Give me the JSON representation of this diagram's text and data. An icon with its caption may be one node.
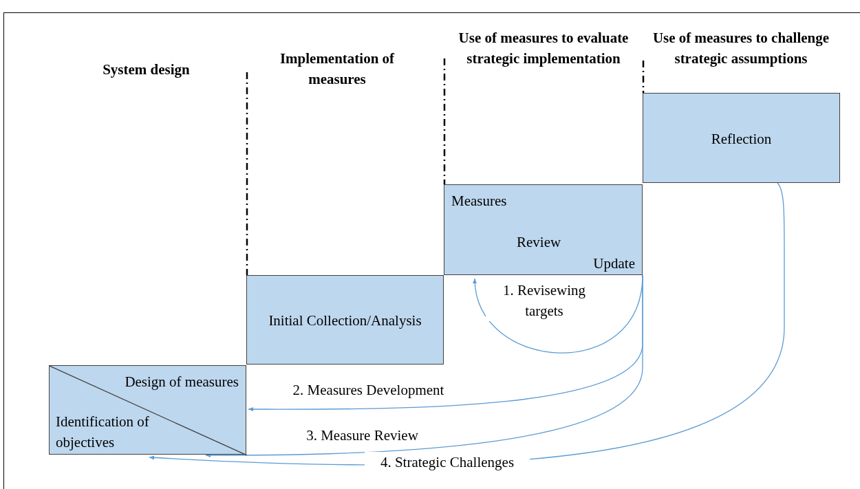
{
  "diagram": {
    "nodes": [
      {
        "text": [
          "Design of measures",
          "Identification of objectives"
        ]
      },
      {
        "text": [
          "Initial Collection/Analysis"
        ]
      },
      {
        "text": [
          "Measures",
          "Review",
          "Update"
        ]
      },
      {
        "text": [
          "Reflection"
        ]
      }
    ],
    "edges": [
      {
        "from": 2,
        "to": 2,
        "arrow": "to",
        "label": "1. Revisewing targets"
      },
      {
        "from": 2,
        "to": 0,
        "arrow": "to",
        "label": "2. Measures Development"
      },
      {
        "from": 2,
        "to": 0,
        "arrow": "to",
        "label": "3. Measure Review"
      },
      {
        "from": 3,
        "to": 0,
        "arrow": "to",
        "label": "4. Strategic Challenges"
      }
    ],
    "labels": [
      "Use of measures to evaluate strategic implementation",
      "Use of measures to challenge strategic assumptions",
      "Implementation of measures",
      "System design"
    ]
  }
}
